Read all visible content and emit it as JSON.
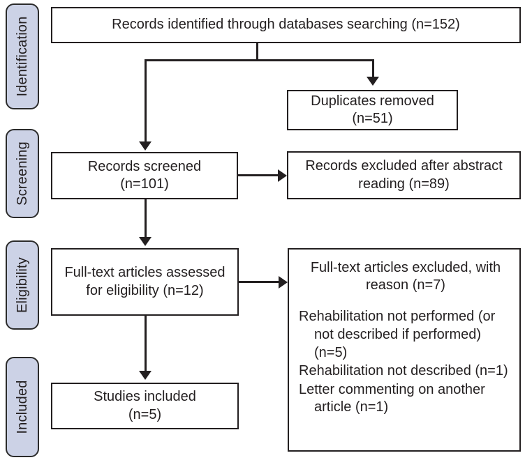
{
  "figure": {
    "type": "prisma-flow-diagram",
    "title": "PRISMA study selection flow diagram"
  },
  "stages": [
    {
      "id": "identification",
      "label": "Identification"
    },
    {
      "id": "screening",
      "label": "Screening"
    },
    {
      "id": "eligibility",
      "label": "Eligibility"
    },
    {
      "id": "included",
      "label": "Included"
    }
  ],
  "boxes": {
    "identified": {
      "line1": "Records identified through databases searching (n=152)",
      "count": 152
    },
    "duplicates": {
      "line1": "Duplicates removed",
      "line2": "(n=51)",
      "count": 51
    },
    "screened": {
      "line1": "Records screened",
      "line2": "(n=101)",
      "count": 101
    },
    "excluded_abstract": {
      "line1": "Records excluded after abstract",
      "line2": "reading (n=89)",
      "count": 89
    },
    "fulltext_assessed": {
      "line1": "Full-text articles assessed",
      "line2": "for eligibility (n=12)",
      "count": 12
    },
    "excluded_reasons": {
      "head_line1": "Full-text articles excluded, with",
      "head_line2": "reason (n=7)",
      "count": 7,
      "items": [
        "Rehabilitation not performed (or not described if performed) (n=5)",
        "Rehabilitation not described (n=1)",
        "Letter commenting on another article (n=1)"
      ]
    },
    "studies_included": {
      "line1": "Studies included",
      "line2": "(n=5)",
      "count": 5
    }
  },
  "colors": {
    "stage_fill": "#ccd2e6",
    "stroke": "#231f20",
    "box_fill": "#ffffff"
  }
}
